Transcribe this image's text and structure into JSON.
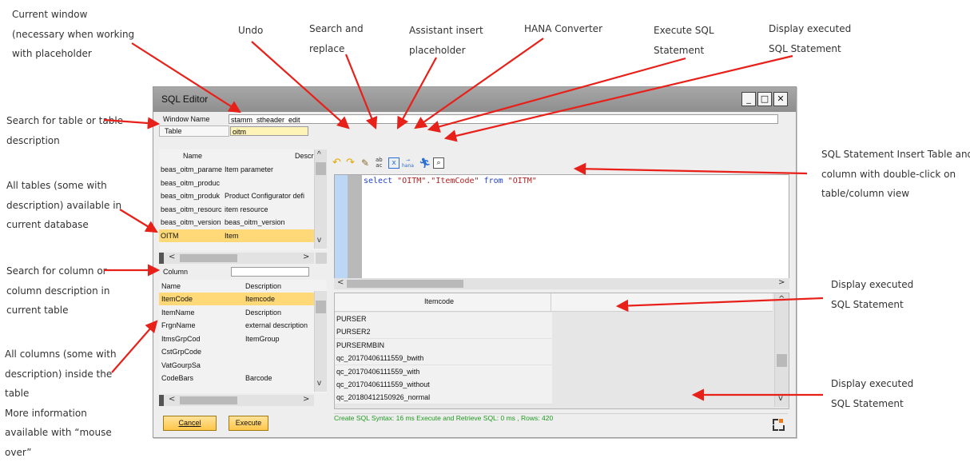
{
  "annotations": {
    "current_window": [
      "Current window",
      "(necessary when working",
      "with placeholder"
    ],
    "undo": "Undo",
    "search_replace": [
      "Search and",
      "replace"
    ],
    "assistant": [
      "Assistant insert",
      "placeholder"
    ],
    "hana": "HANA Converter",
    "execute_sql": [
      "Execute SQL",
      "Statement"
    ],
    "display_executed_top": [
      "Display executed",
      "SQL Statement"
    ],
    "search_table": [
      "Search for table or table",
      "description"
    ],
    "all_tables": [
      "All tables (some with",
      "description) available in",
      "current database"
    ],
    "search_column": [
      "Search for column or",
      "column description in",
      "current table"
    ],
    "all_columns": [
      "All columns (some with",
      "description) inside the",
      "table",
      "More information",
      "available with “mouse",
      "over”"
    ],
    "sql_insert": [
      "SQL Statement Insert Table and",
      "column with double-click on",
      "table/column view"
    ],
    "display_executed_mid": [
      "Display executed",
      "SQL Statement"
    ],
    "display_executed_bottom": [
      "Display executed",
      "SQL Statement"
    ]
  },
  "window": {
    "title": "SQL Editor",
    "window_name_label": "Window Name",
    "window_name_value": "stamm_stheader_edit",
    "table_label": "Table",
    "table_value": "oitm",
    "column_label": "Column",
    "column_value": ""
  },
  "table_grid": {
    "headers": [
      "Name",
      "Descr"
    ],
    "rows": [
      [
        "beas_oitm_parame",
        "Item parameter"
      ],
      [
        "beas_oitm_produc",
        ""
      ],
      [
        "beas_oitm_produk",
        "Product Configurator defi"
      ],
      [
        "beas_oitm_resourc",
        "item resource"
      ],
      [
        "beas_oitm_version",
        "beas_oitm_version"
      ],
      [
        "OITM",
        "Item"
      ]
    ],
    "selected_index": 5
  },
  "column_grid": {
    "headers": [
      "Name",
      "Description"
    ],
    "rows": [
      [
        "ItemCode",
        "Itemcode"
      ],
      [
        "ItemName",
        "Description"
      ],
      [
        "FrgnName",
        "external description"
      ],
      [
        "ItmsGrpCod",
        "ItemGroup"
      ],
      [
        "CstGrpCode",
        ""
      ],
      [
        "VatGourpSa",
        ""
      ],
      [
        "CodeBars",
        "Barcode"
      ]
    ],
    "selected_index": 0
  },
  "editor": {
    "sql_keyword_select": "select",
    "sql_part_1": "\"OITM\".\"ItemCode\"",
    "sql_keyword_from": "from",
    "sql_part_2": "\"OITM\""
  },
  "result": {
    "header": "Itemcode",
    "rows": [
      "PURSER",
      "PURSER2",
      "PURSERMBIN",
      "qc_20170406111559_bwith",
      "qc_20170406111559_with",
      "qc_20170406111559_without",
      "qc_20180412150926_normal"
    ]
  },
  "status": "Create SQL Syntax: 16 ms   Execute and Retrieve SQL: 0 ms , Rows: 420",
  "buttons": {
    "cancel": "Cancel",
    "execute": "Execute"
  },
  "toolbar_icons": [
    "undo-icon",
    "redo-icon",
    "search-replace-icon",
    "placeholder-icon",
    "excel-icon",
    "hana-converter-icon",
    "execute-icon",
    "display-sql-icon"
  ],
  "colors": {
    "arrow": "#e8201a",
    "selection": "#ffd978",
    "field_yellow": "#fff4b8",
    "status_green": "#1f9a1f",
    "sql_keyword": "#1f3fd6",
    "sql_string": "#b22222"
  }
}
